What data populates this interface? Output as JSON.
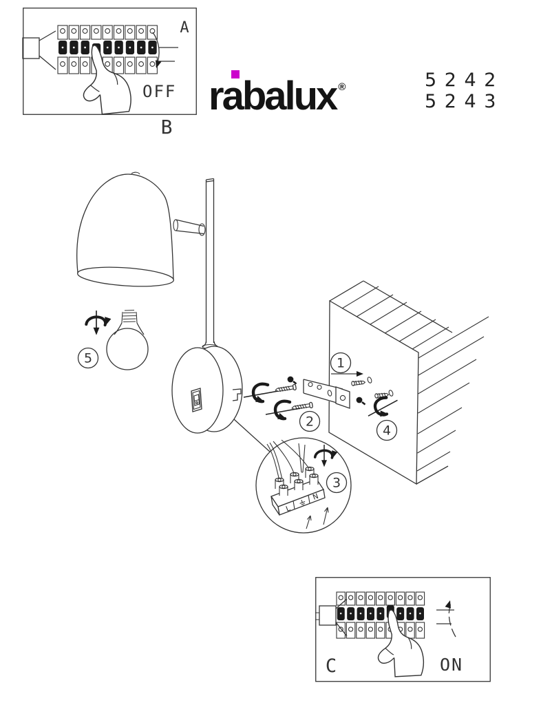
{
  "page": {
    "background": "#ffffff",
    "ink_color": "#333333"
  },
  "header": {
    "logo": {
      "text": "rabalux",
      "registered": "®",
      "accent_color": "#cc00cc",
      "color": "#141414"
    },
    "models": {
      "line1": "5 2 4 2",
      "line2": "5 2 4 3"
    }
  },
  "panel_off": {
    "corner_label": "A",
    "state_label": "OFF",
    "below_label": "B"
  },
  "panel_on": {
    "corner_label": "C",
    "state_label": "ON"
  },
  "steps": [
    {
      "n": "1"
    },
    {
      "n": "2"
    },
    {
      "n": "3"
    },
    {
      "n": "4"
    },
    {
      "n": "5"
    }
  ],
  "terminal_block": {
    "left": "L",
    "earth": "⏚",
    "right": "N"
  }
}
